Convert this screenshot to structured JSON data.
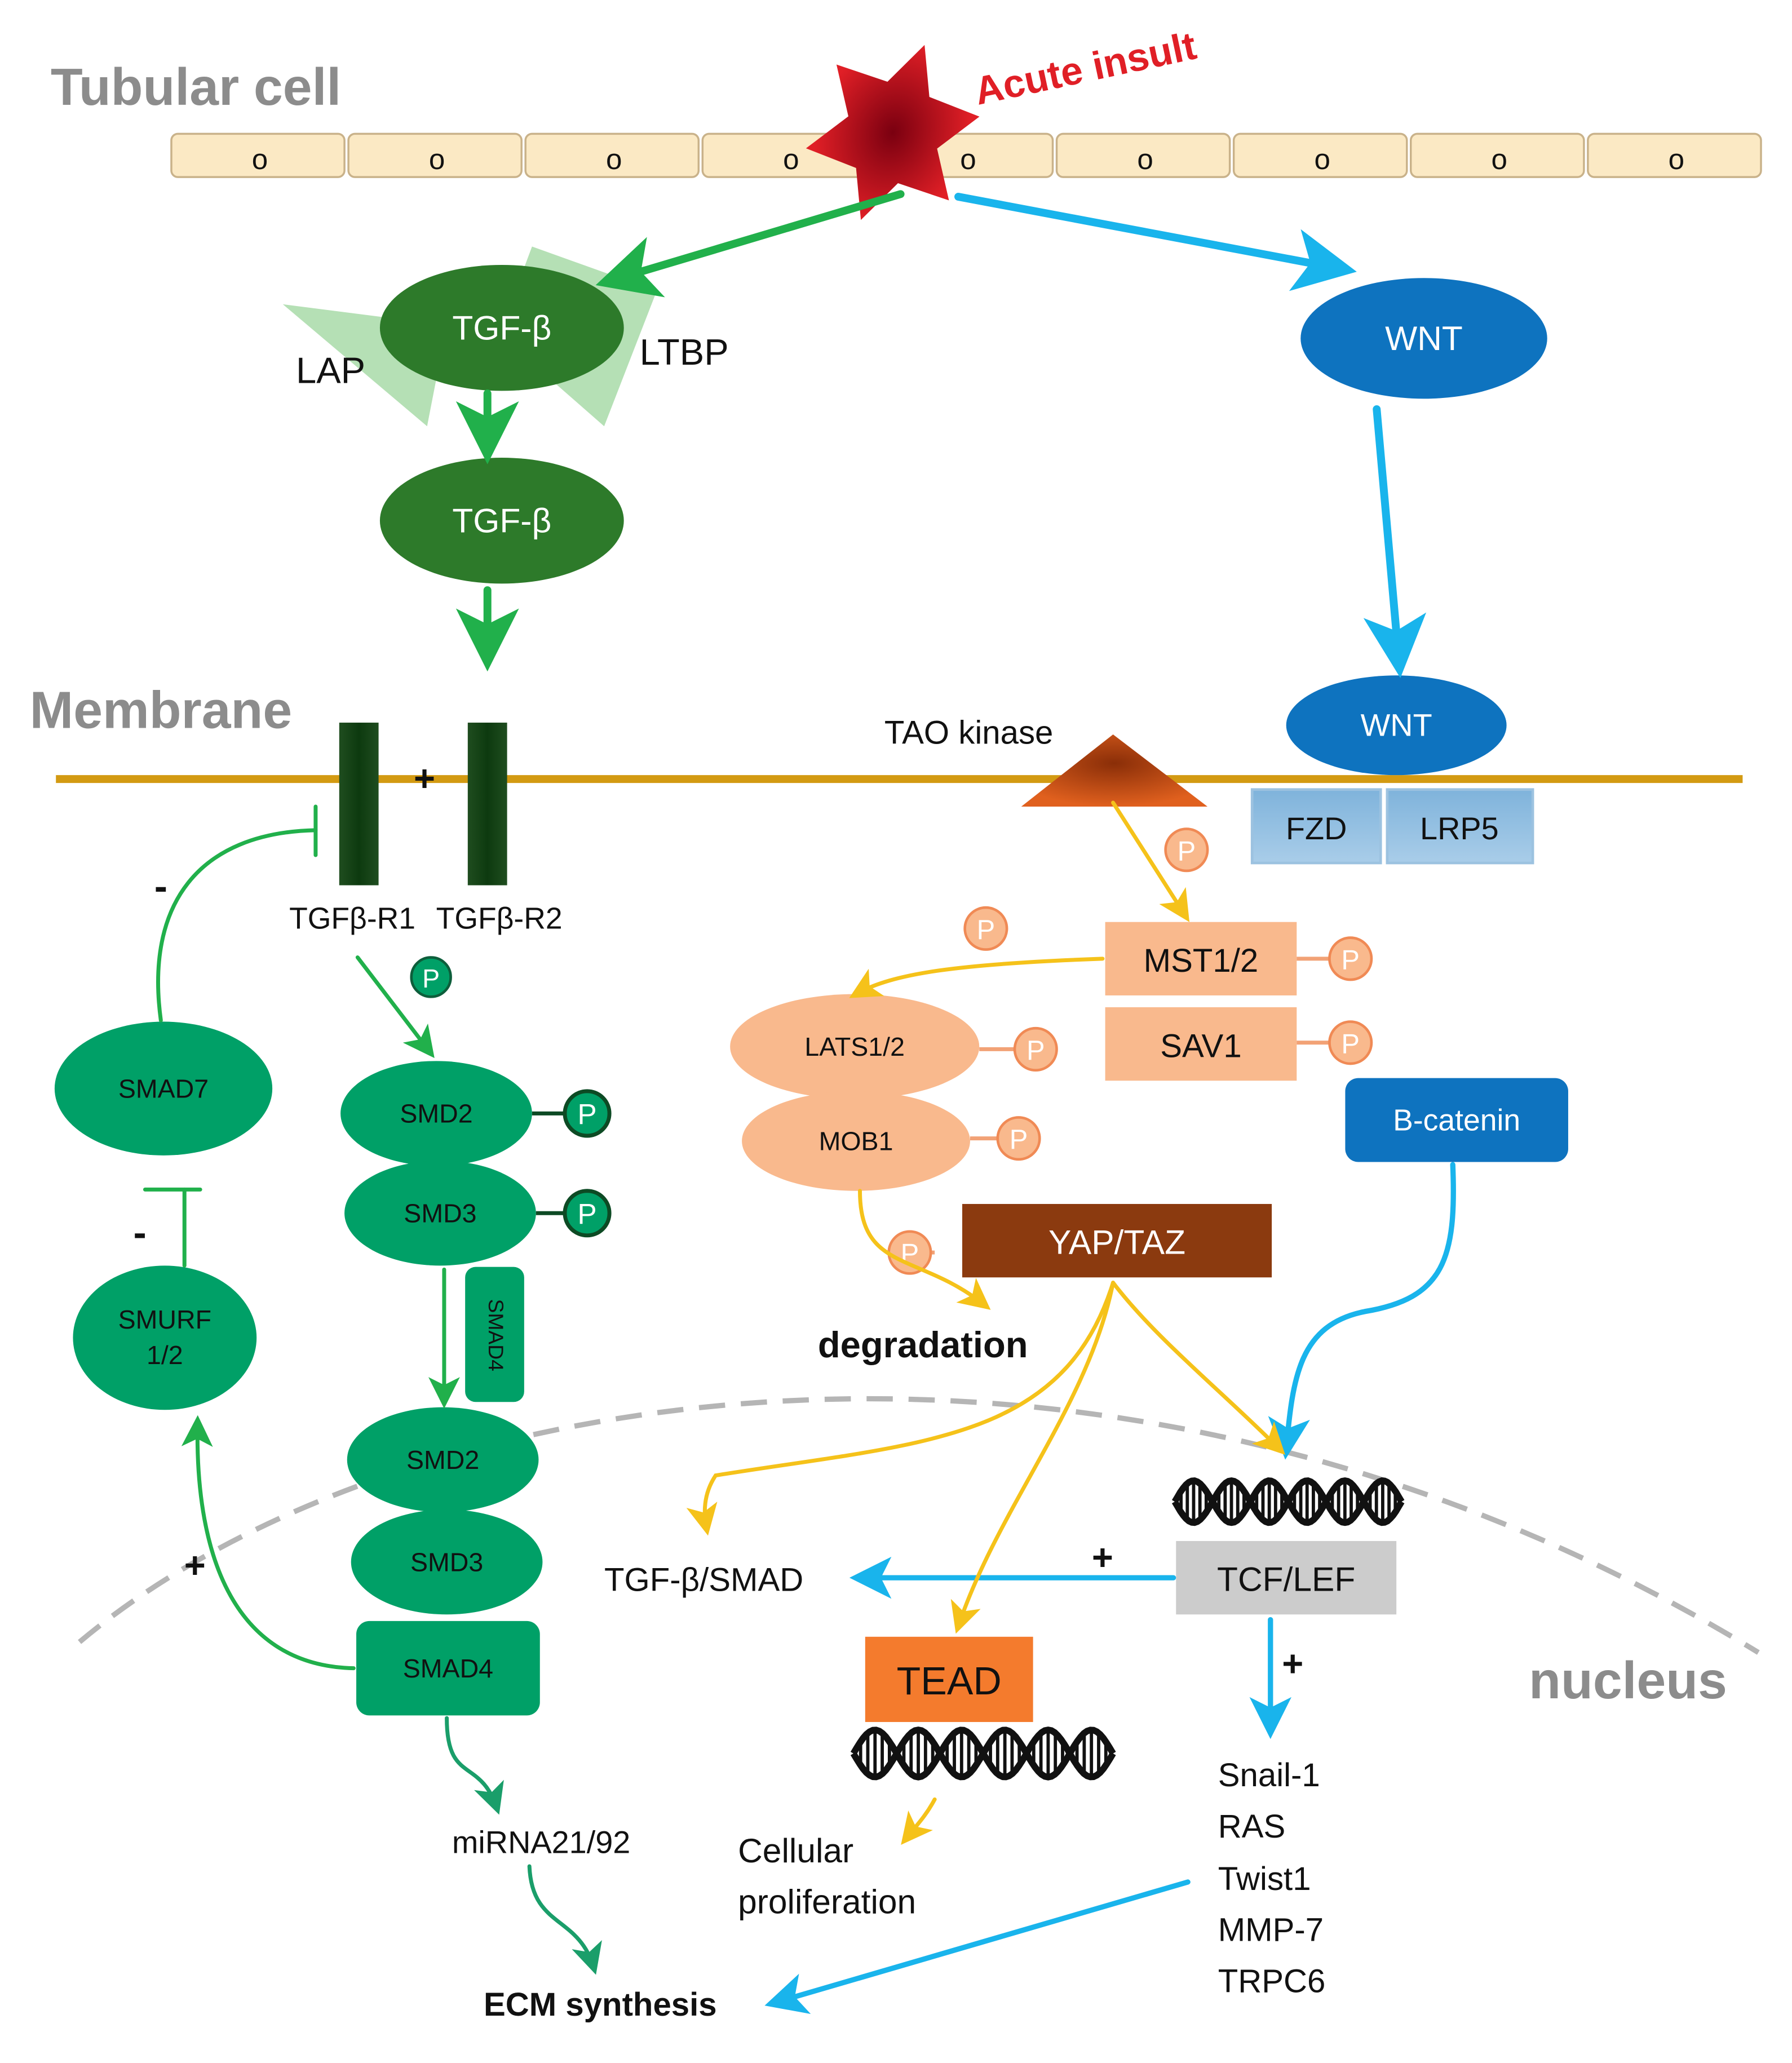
{
  "regions": {
    "tubular_cell": "Tubular cell",
    "membrane": "Membrane",
    "nucleus": "nucleus"
  },
  "insult": "Acute insult",
  "cell_row_label": "o",
  "tgf": {
    "tgfb_complex": "TGF-β",
    "lap": "LAP",
    "ltbp": "LTBP",
    "tgfb_free": "TGF-β",
    "receptor_plus": "+",
    "r1": "TGFβ-R1",
    "r2": "TGFβ-R2",
    "phospho": "P",
    "smad7": "SMAD7",
    "smurf": [
      "SMURF",
      "1/2"
    ],
    "minus": "-",
    "plus": "+",
    "smd2": "SMD2",
    "smd3": "SMD3",
    "smad4": "SMAD4",
    "mirna": "miRNA21/92",
    "ecm": "ECM synthesis"
  },
  "hippo": {
    "tao": "TAO kinase",
    "mst": "MST1/2",
    "sav": "SAV1",
    "lats": "LATS1/2",
    "mob": "MOB1",
    "yaptaz": "YAP/TAZ",
    "degradation": "degradation",
    "tead": "TEAD",
    "proliferation": [
      "Cellular",
      "proliferation"
    ],
    "tgfsmad": "TGF-β/SMAD"
  },
  "wnt": {
    "wnt_top": "WNT",
    "wnt_mem": "WNT",
    "fzd": "FZD",
    "lrp5": "LRP5",
    "bcatenin": "B-catenin",
    "tcflef": "TCF/LEF",
    "plus": "+",
    "targets": [
      "Snail-1",
      "RAS",
      "Twist1",
      "MMP-7",
      "TRPC6"
    ]
  },
  "colors": {
    "tgf_green": "#00a067",
    "tgf_dark": "#2d7a2a",
    "arrow_green": "#21b04b",
    "wnt_blue": "#0e73bf",
    "arrow_blue": "#19b4ec",
    "hippo_orange": "#f9b98d",
    "arrow_yellow": "#f5c21a",
    "yap_brown": "#8b3a0f",
    "tead_orange": "#f47b2d",
    "membrane": "#d39a12",
    "insult_red": "#e01f26"
  }
}
